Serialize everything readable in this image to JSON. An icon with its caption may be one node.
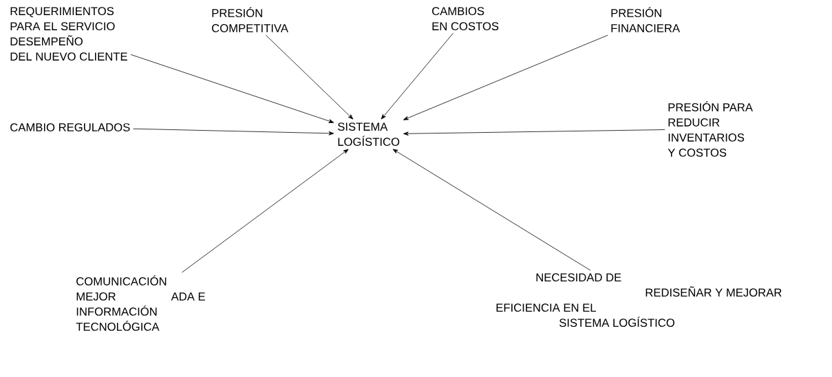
{
  "diagram": {
    "nodes": [
      {
        "text": [
          "REQUERIMIENTOS PARA EL SERVICIO DESEMPEÑO DEL NUEVO CLIENTE"
        ]
      },
      {
        "text": [
          "PRESIÓN COMPETITIVA"
        ]
      },
      {
        "text": [
          "CAMBIOS EN COSTOS"
        ]
      },
      {
        "text": [
          "PRESIÓN FINANCIERA"
        ]
      },
      {
        "text": [
          "CAMBIO REGULADOS"
        ]
      },
      {
        "text": [
          "SISTEMA LOGÍSTICO"
        ]
      },
      {
        "text": [
          "PRESIÓN PARA REDUCIR INVENTARIOS Y COSTOS"
        ]
      },
      {
        "text": [
          "COMUNICACIÓN MEJOR ADA E INFORMACIÓN TECNOLÓGICA"
        ]
      },
      {
        "text": [
          "NECESIDAD DE REDISEÑAR Y MEJORAR EFICIENCIA EN EL SISTEMA LOGÍSTICO"
        ]
      }
    ],
    "edges": [
      {
        "from": 0,
        "to": 5,
        "arrow": "to"
      },
      {
        "from": 1,
        "to": 5,
        "arrow": "to"
      },
      {
        "from": 2,
        "to": 5,
        "arrow": "to"
      },
      {
        "from": 3,
        "to": 5,
        "arrow": "to"
      },
      {
        "from": 4,
        "to": 5,
        "arrow": "to"
      },
      {
        "from": 6,
        "to": 5,
        "arrow": "to"
      },
      {
        "from": 7,
        "to": 5,
        "arrow": "to"
      },
      {
        "from": 8,
        "to": 5,
        "arrow": "to"
      }
    ]
  }
}
